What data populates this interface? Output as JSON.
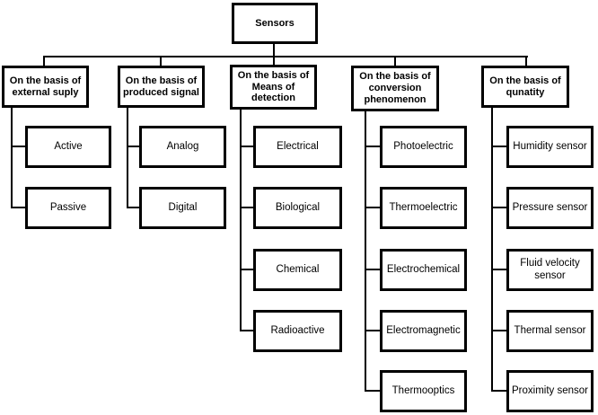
{
  "figure": {
    "root_label": "Sensors",
    "branches": [
      {
        "header": "On the basis of external suply",
        "children": [
          "Active",
          "Passive"
        ]
      },
      {
        "header": "On the basis of produced signal",
        "children": [
          "Analog",
          "Digital"
        ]
      },
      {
        "header": "On the basis of Means of detection",
        "children": [
          "Electrical",
          "Biological",
          "Chemical",
          "Radioactive"
        ]
      },
      {
        "header": "On the basis of conversion phenomenon",
        "children": [
          "Photoelectric",
          "Thermoelectric",
          "Electrochemical",
          "Electromagnetic",
          "Thermooptics"
        ]
      },
      {
        "header": "On the basis of qunatity",
        "children": [
          "Humidity sensor",
          "Pressure sensor",
          "Fluid velocity sensor",
          "Thermal sensor",
          "Proximity sensor"
        ]
      }
    ],
    "colors": {
      "line": "#000000",
      "background": "#ffffff",
      "text": "#000000"
    }
  }
}
